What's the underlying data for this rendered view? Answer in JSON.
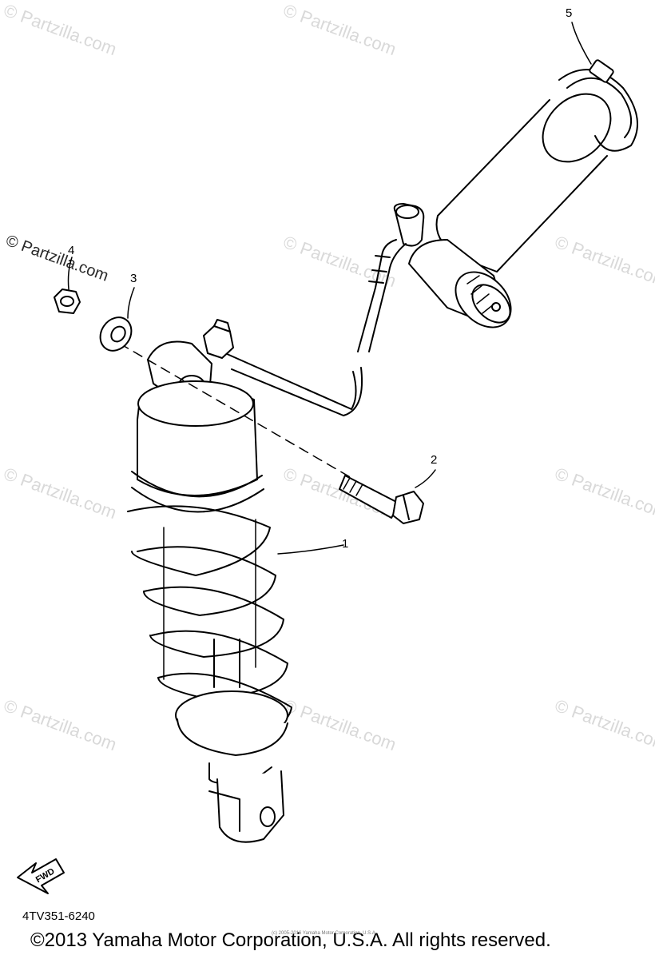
{
  "watermark": "© Partzilla.com",
  "callouts": [
    "1",
    "2",
    "3",
    "4",
    "5"
  ],
  "fwd_label": "FWD",
  "diagram_code": "4TV351-6240",
  "copyright": "©2013 Yamaha Motor Corporation, U.S.A. All rights reserved.",
  "tiny_copyright": "(c) 2005-2016 Yamaha Motor Corporation, U.S.A."
}
